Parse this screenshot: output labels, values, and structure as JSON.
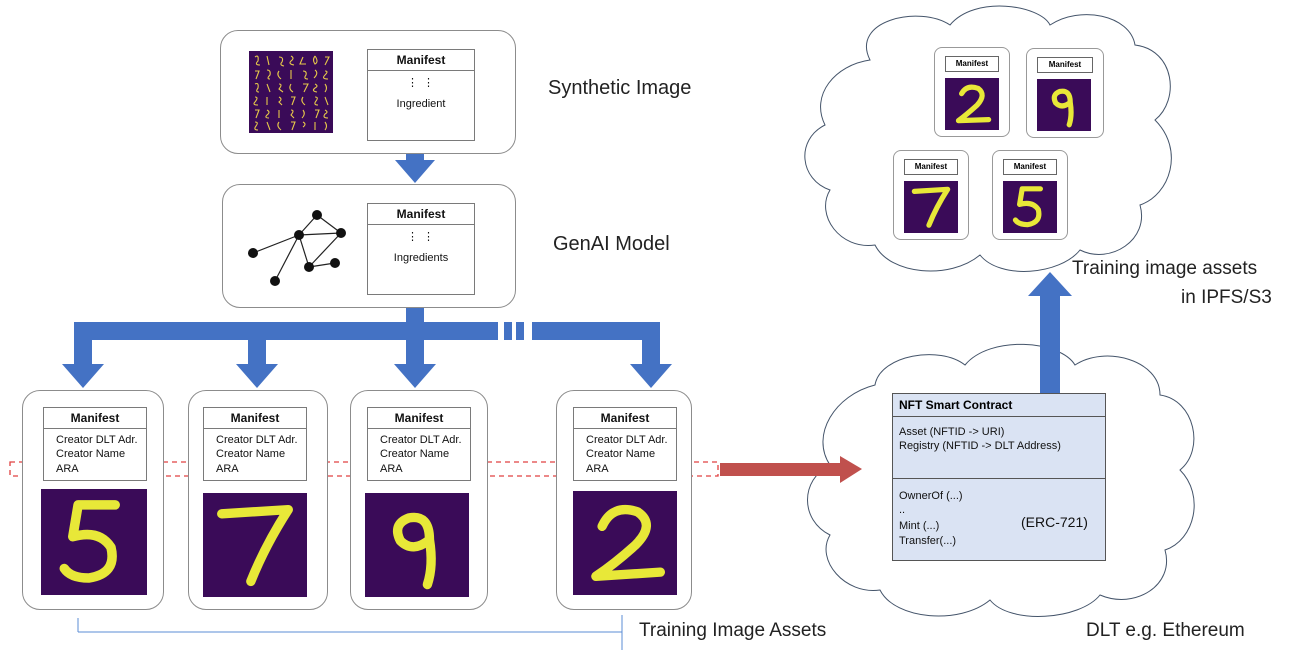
{
  "top_box": {
    "manifest_title": "Manifest",
    "dots": "⋮  ⋮",
    "ingredient": "Ingredient",
    "label": "Synthetic Image"
  },
  "model_box": {
    "manifest_title": "Manifest",
    "dots": "⋮  ⋮",
    "ingredients": "Ingredients",
    "label": "GenAI Model"
  },
  "assets": [
    {
      "manifest_title": "Manifest",
      "creator_adr": "Creator DLT Adr.",
      "creator_name": "Creator Name",
      "ara": "ARA",
      "digit": "5"
    },
    {
      "manifest_title": "Manifest",
      "creator_adr": "Creator DLT Adr.",
      "creator_name": "Creator Name",
      "ara": "ARA",
      "digit": "7"
    },
    {
      "manifest_title": "Manifest",
      "creator_adr": "Creator DLT Adr.",
      "creator_name": "Creator Name",
      "ara": "ARA",
      "digit": "9"
    },
    {
      "manifest_title": "Manifest",
      "creator_adr": "Creator DLT Adr.",
      "creator_name": "Creator Name",
      "ara": "ARA",
      "digit": "2"
    }
  ],
  "training_assets_label": "Training Image Assets",
  "contract": {
    "title": "NFT Smart Contract",
    "asset": "Asset (NFTID -> URI)",
    "registry": "Registry (NFTID -> DLT Address)",
    "owner_of": "OwnerOf (...)",
    "dots": "..",
    "mint": "Mint (...)",
    "transfer": "Transfer(...)",
    "standard": "(ERC-721)"
  },
  "dlt_label": "DLT e.g. Ethereum",
  "storage_label_line1": "Training image assets",
  "storage_label_line2": "in IPFS/S3",
  "cloud_assets": [
    {
      "manifest_title": "Manifest",
      "digit": "2"
    },
    {
      "manifest_title": "Manifest",
      "digit": "9"
    },
    {
      "manifest_title": "Manifest",
      "digit": "7"
    },
    {
      "manifest_title": "Manifest",
      "digit": "5"
    }
  ],
  "colors": {
    "arrow_blue": "#4472c4",
    "arrow_red": "#c0504d",
    "digit_bg": "#3a0b58",
    "digit_fg": "#e8e838",
    "contract_bg": "#dae3f3"
  }
}
